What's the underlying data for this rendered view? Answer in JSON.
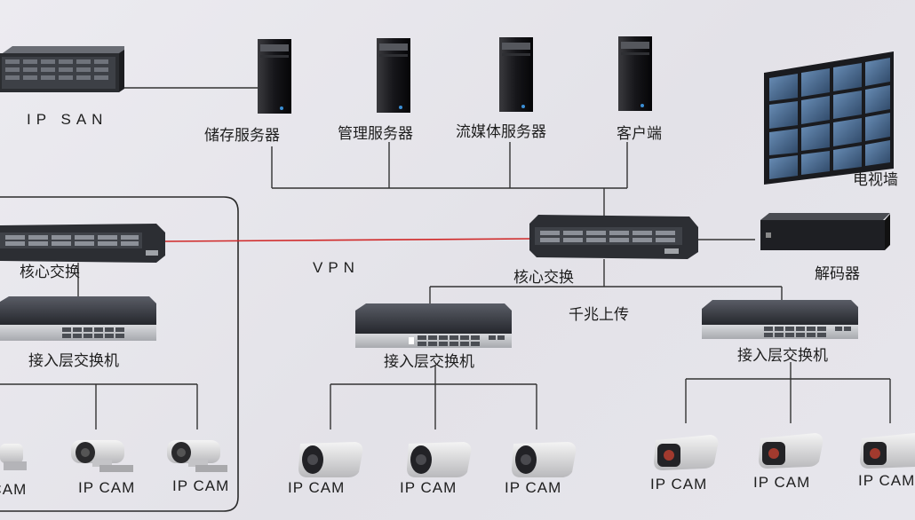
{
  "diagram": {
    "left_site": {
      "storage": "IP SAN",
      "core_switch": "核心交换",
      "access_switch": "接入层交换机",
      "cameras": [
        "IP CAM",
        "IP CAM",
        "IP CAM"
      ]
    },
    "servers": [
      "储存服务器",
      "管理服务器",
      "流媒体服务器",
      "客户端"
    ],
    "vpn_label": "VPN",
    "main_core_switch": "核心交换",
    "uplink_label": "千兆上传",
    "video_wall": "电视墙",
    "decoder": "解码器",
    "access_groups": [
      {
        "label": "接入层交换机",
        "cameras": [
          "IP CAM",
          "IP CAM",
          "IP CAM"
        ]
      },
      {
        "label": "接入层交换机",
        "cameras": [
          "IP CAM",
          "IP CAM",
          "IP CAM"
        ]
      }
    ],
    "colors": {
      "background": "#e6e5eb",
      "vpn_link": "#d02828",
      "wire": "#333333"
    }
  }
}
